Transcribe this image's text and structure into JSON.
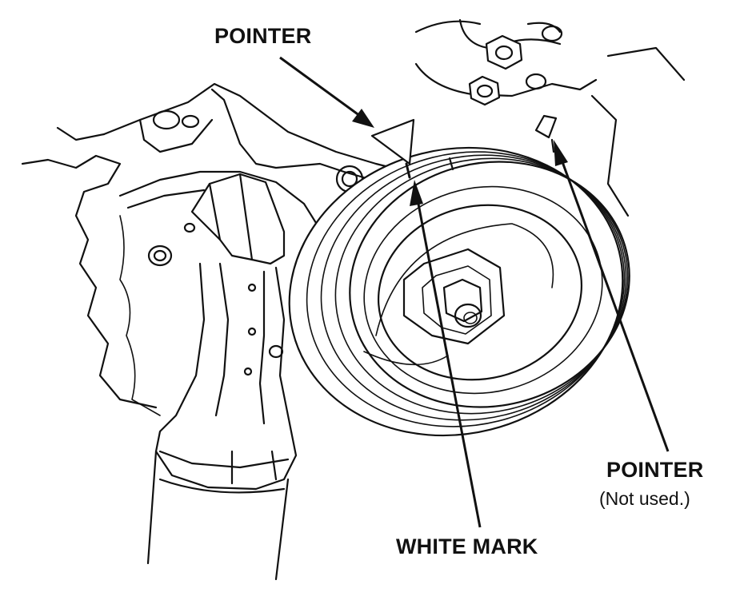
{
  "labels": {
    "pointer_top": "POINTER",
    "pointer_right": "POINTER",
    "pointer_right_note": "(Not used.)",
    "white_mark": "WHITE MARK"
  },
  "colors": {
    "line": "#111111",
    "background": "#ffffff"
  }
}
